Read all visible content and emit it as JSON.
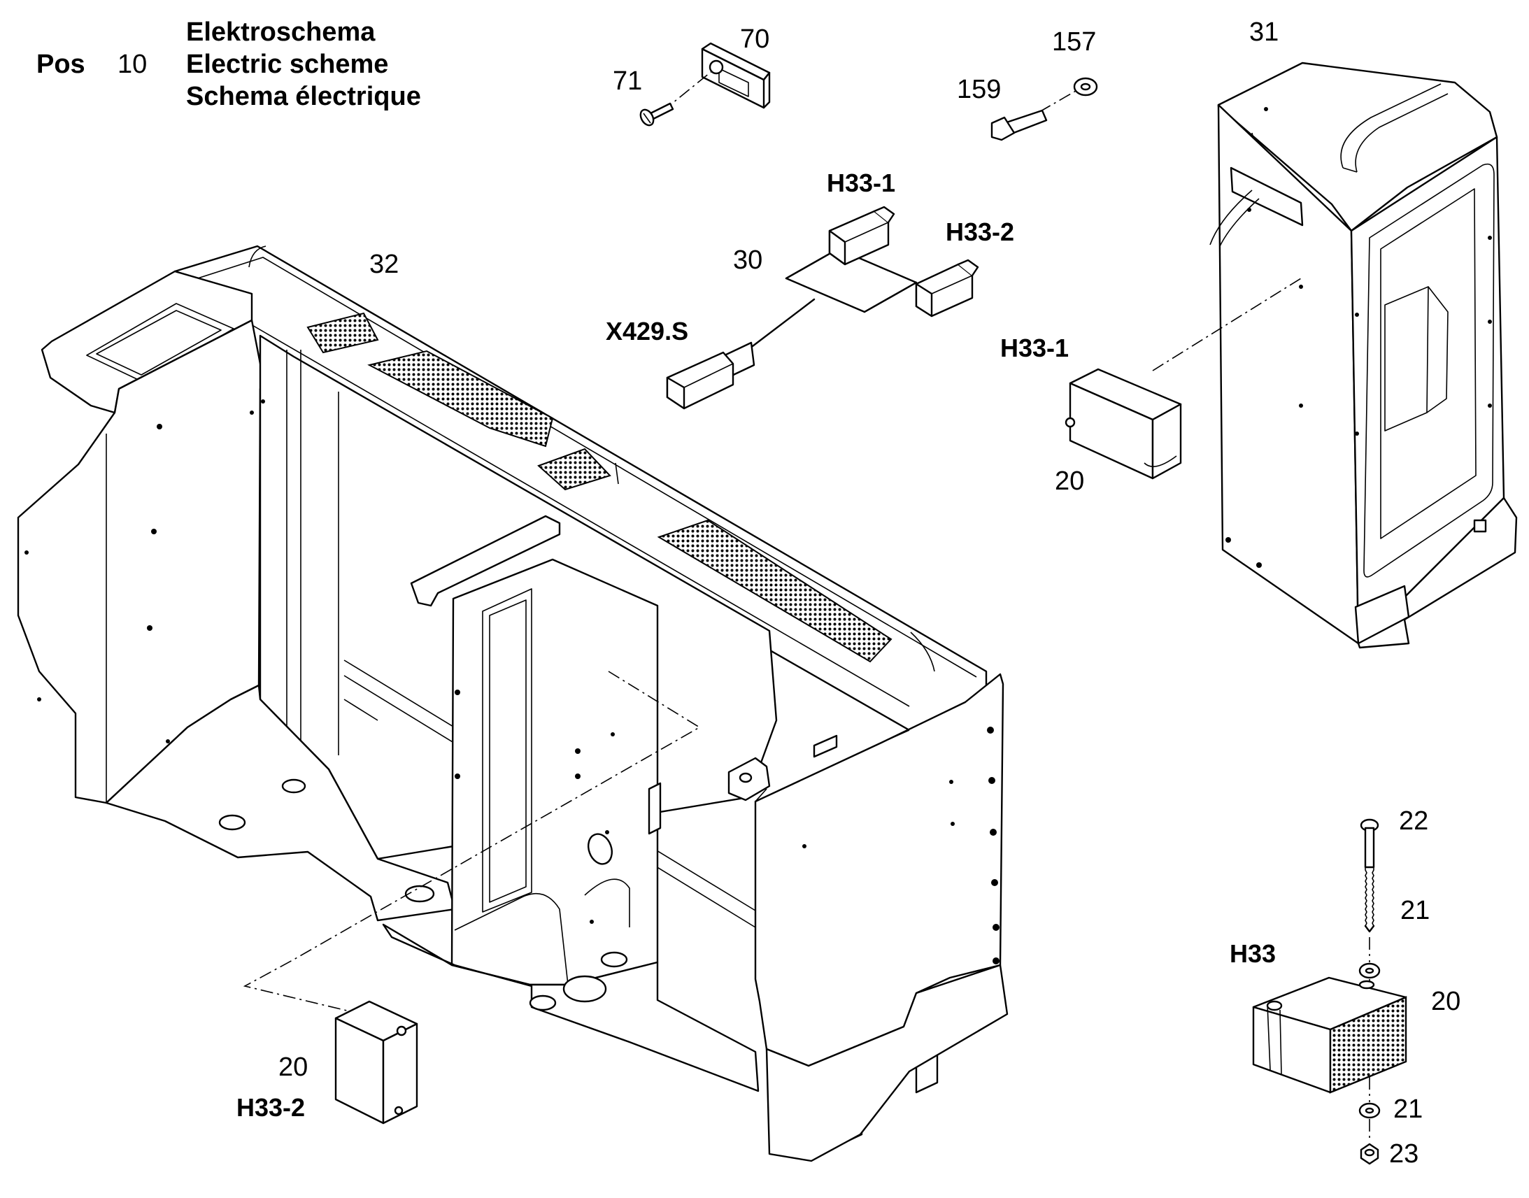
{
  "header": {
    "pos_label": "Pos",
    "pos_number": "10",
    "title_de": "Elektroschema",
    "title_en": "Electric scheme",
    "title_fr": "Schema électrique"
  },
  "callouts": {
    "c70": "70",
    "c71": "71",
    "c157": "157",
    "c159": "159",
    "c31": "31",
    "c32": "32",
    "c30": "30",
    "h33_1_top": "H33-1",
    "h33_2_top": "H33-2",
    "x429": "X429.S",
    "h33_1_right": "H33-1",
    "c20_right_top": "20",
    "c22": "22",
    "c21_top": "21",
    "h33": "H33",
    "c20_h33": "20",
    "c21_bottom": "21",
    "c23": "23",
    "c20_bottom_left": "20",
    "h33_2_bottom": "H33-2"
  }
}
